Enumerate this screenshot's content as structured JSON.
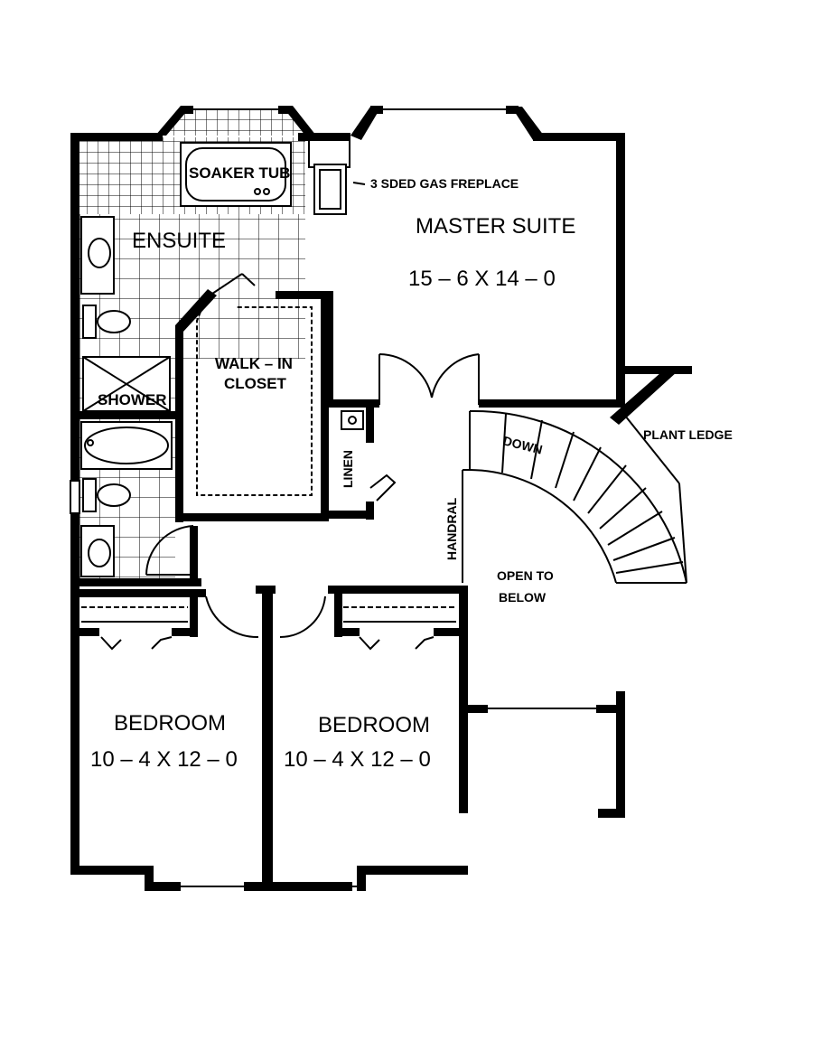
{
  "rooms": {
    "master_suite": {
      "name": "MASTER SUITE",
      "dims": "15 – 6 X 14 – 0"
    },
    "ensuite": {
      "name": "ENSUITE"
    },
    "soaker_tub": {
      "name": "SOAKER TUB"
    },
    "shower": {
      "name": "SHOWER"
    },
    "walk_in_closet": {
      "line1": "WALK – IN",
      "line2": "CLOSET"
    },
    "linen": {
      "name": "LINEN"
    },
    "bedroom_left": {
      "name": "BEDROOM",
      "dims": "10 – 4 X 12 – 0"
    },
    "bedroom_right": {
      "name": "BEDROOM",
      "dims": "10 – 4 X 12 – 0"
    },
    "open_to_below": {
      "line1": "OPEN TO",
      "line2": "BELOW"
    }
  },
  "annotations": {
    "fireplace": "3 SDED GAS FREPLACE",
    "plant_ledge": "PLANT LEDGE",
    "handrail": "HANDRAL",
    "stairs_down": "DOWN"
  }
}
